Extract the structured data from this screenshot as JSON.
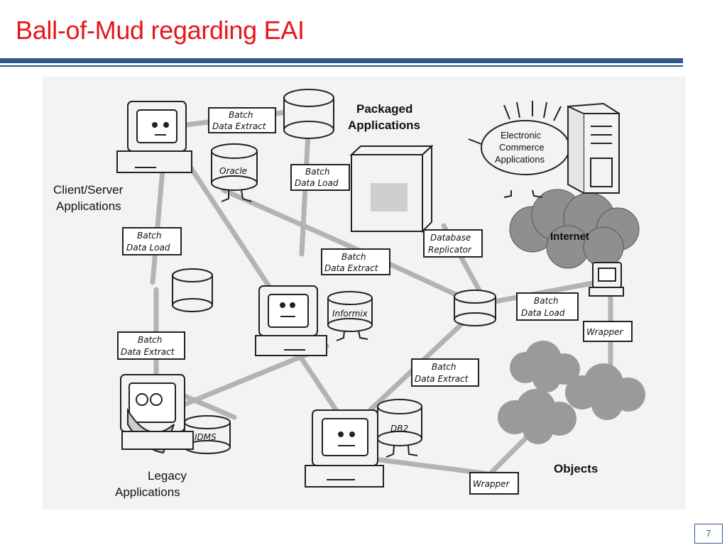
{
  "slide": {
    "title": "Ball-of-Mud regarding EAI",
    "page_number": "7"
  },
  "diagram": {
    "group_labels": {
      "client_server_1": "Client/Server",
      "client_server_2": "Applications",
      "packaged_1": "Packaged",
      "packaged_2": "Applications",
      "ecommerce_1": "Electronic",
      "ecommerce_2": "Commerce",
      "ecommerce_3": "Applications",
      "internet": "Internet",
      "legacy_1": "Legacy",
      "legacy_2": "Applications",
      "objects": "Objects"
    },
    "databases": {
      "oracle": "Oracle",
      "informix": "Informix",
      "idms": "IDMS",
      "db2": "DB2"
    },
    "connectors": {
      "batch_extract_top_1": "Batch",
      "batch_extract_top_2": "Data Extract",
      "batch_load_top_1": "Batch",
      "batch_load_top_2": "Data Load",
      "batch_load_left_1": "Batch",
      "batch_load_left_2": "Data Load",
      "batch_extract_center_1": "Batch",
      "batch_extract_center_2": "Data Extract",
      "db_replicator_1": "Database",
      "db_replicator_2": "Replicator",
      "batch_load_right_1": "Batch",
      "batch_load_right_2": "Data Load",
      "wrapper_right": "Wrapper",
      "batch_extract_left_1": "Batch",
      "batch_extract_left_2": "Data Extract",
      "batch_extract_bottom_1": "Batch",
      "batch_extract_bottom_2": "Data Extract",
      "wrapper_bottom": "Wrapper"
    }
  }
}
